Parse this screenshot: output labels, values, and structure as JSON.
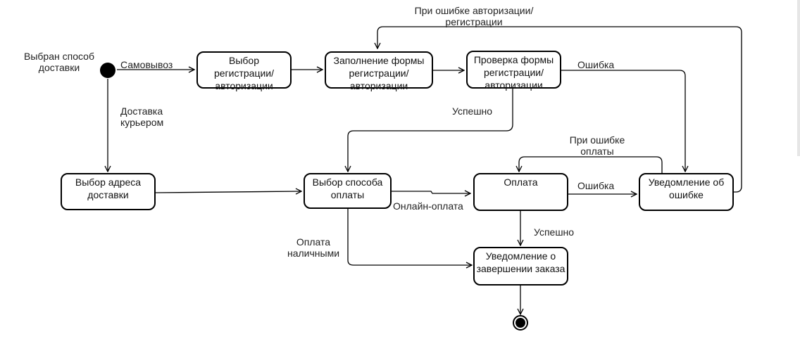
{
  "diagram": {
    "states": {
      "choose_auth": "Выбор\nрегистрации/\nавторизации",
      "fill_form": "Заполнение формы\nрегистрации/\nавторизации",
      "check_form": "Проверка формы\nрегистрации/\nавторизации",
      "choose_address": "Выбор адреса\nдоставки",
      "choose_payment": "Выбор способа\nоплаты",
      "payment": "Оплата",
      "error_notice": "Уведомление об\nошибке",
      "done_notice": "Уведомление о\nзавершении заказа"
    },
    "labels": {
      "start": "Выбран способ\nдоставки",
      "pickup": "Самовывоз",
      "courier": "Доставка\nкурьером",
      "auth_error_loop": "При ошибке авторизации/\nрегистрации",
      "check_error": "Ошибка",
      "check_success": "Успешно",
      "pay_error_loop": "При ошибке\nоплаты",
      "pay_error": "Ошибка",
      "online": "Онлайн-оплата",
      "pay_success": "Успешно",
      "cash": "Оплата\nналичными"
    }
  }
}
